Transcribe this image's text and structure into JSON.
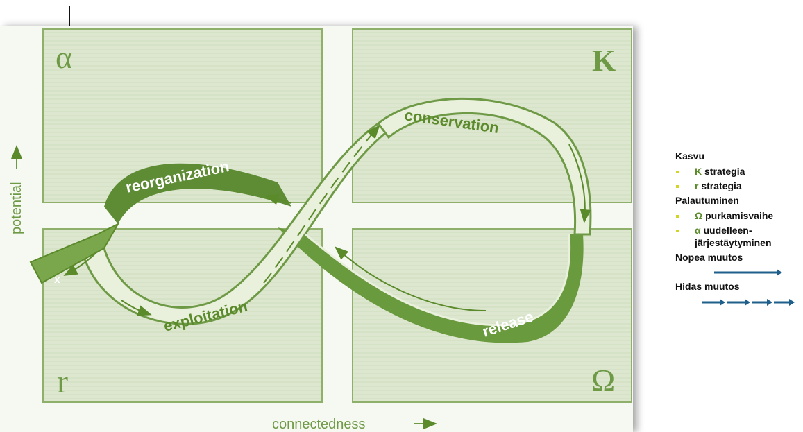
{
  "diagram": {
    "quadrants": {
      "alpha": "α",
      "k": "K",
      "r": "r",
      "omega": "Ω"
    },
    "phases": {
      "reorganization": "reorganization",
      "conservation": "conservation",
      "exploitation": "exploitation",
      "release": "release"
    },
    "exit_marker": "x",
    "y_axis_label": "potential",
    "x_axis_label": "connectedness",
    "colors": {
      "green": "#6e9a46",
      "dark_green": "#4f7d2a",
      "light_ribbon": "#e9f0dc",
      "panel": "#dbe6cc"
    }
  },
  "legend": {
    "growth_heading": "Kasvu",
    "k_symbol": "K",
    "k_text": "strategia",
    "r_symbol": "r",
    "r_text": "strategia",
    "recovery_heading": "Palautuminen",
    "omega_symbol": "Ω",
    "omega_text": "purkamisvaihe",
    "alpha_symbol": "α",
    "alpha_text": "uudelleen-",
    "alpha_text_2": "järjestäytyminen",
    "fast_change": "Nopea muutos",
    "slow_change": "Hidas muutos",
    "arrow_color": "#1f5f8b"
  }
}
